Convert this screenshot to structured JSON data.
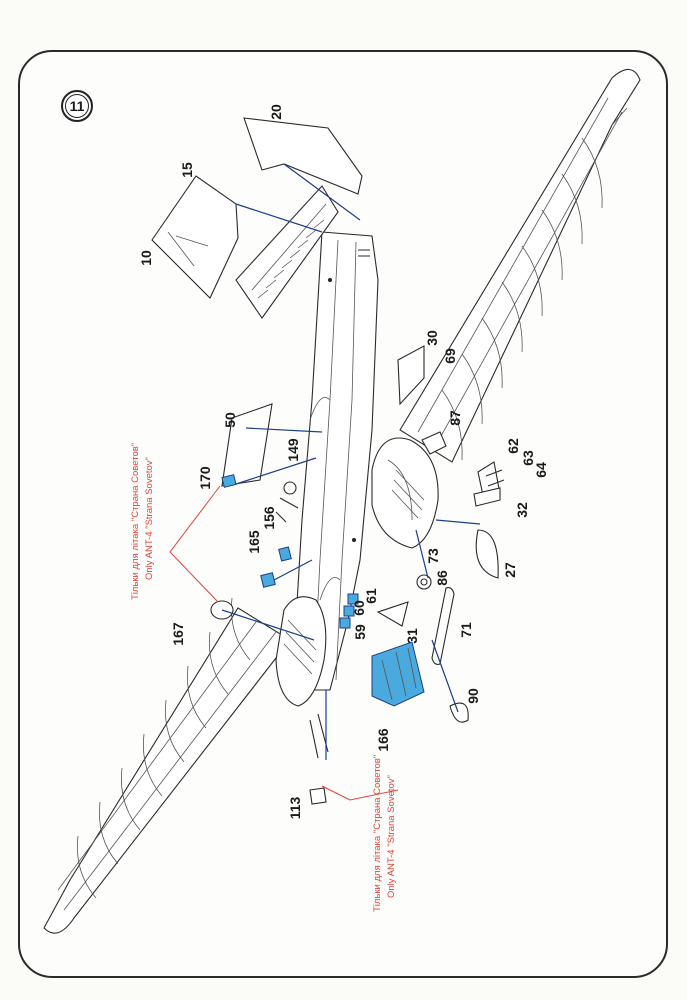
{
  "step_number": "11",
  "part_callouts": [
    "20",
    "15",
    "10",
    "30",
    "69",
    "87",
    "50",
    "170",
    "149",
    "62",
    "63",
    "64",
    "156",
    "32",
    "165",
    "27",
    "73",
    "86",
    "61",
    "60",
    "59",
    "167",
    "31",
    "71",
    "90",
    "166",
    "113"
  ],
  "notes": [
    {
      "lang_ua": "Тільки для літака \"Страна Советов\"",
      "lang_en": "Only ANT-4 \"Strana Sovetov\""
    },
    {
      "lang_ua": "Тільки для літака \"Страна Советов\"",
      "lang_en": "Only ANT-4 \"Strana Sovetov\""
    }
  ],
  "colors": {
    "leader_line": "#1d3f8a",
    "glazing": "#4aa9dd",
    "note_text": "#e0433a",
    "outline": "#2b2b2b"
  }
}
